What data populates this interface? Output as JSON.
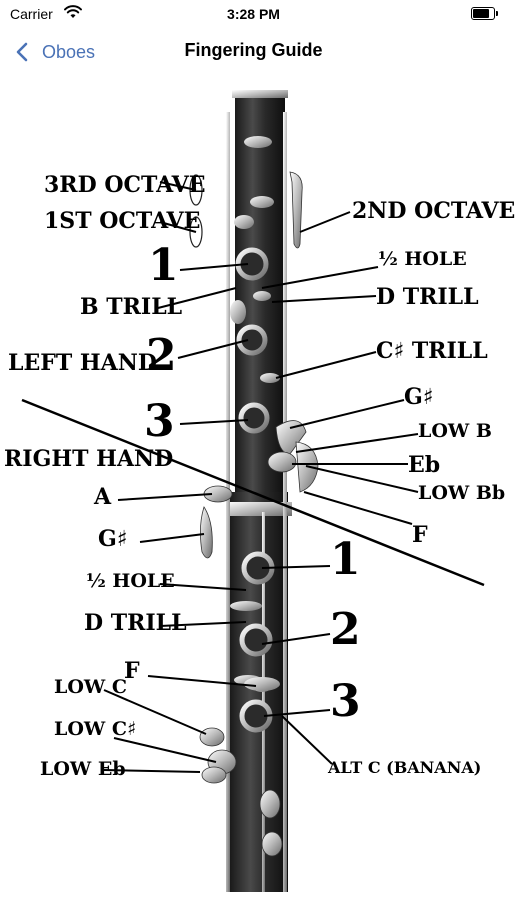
{
  "status_bar": {
    "carrier": "Carrier",
    "time": "3:28 PM",
    "battery_level": 0.9
  },
  "nav": {
    "back_label": "Oboes",
    "title": "Fingering Guide"
  },
  "diagram": {
    "left_labels": {
      "third_octave": "3RD OCTAVE",
      "first_octave": "1ST OCTAVE",
      "one": "1",
      "b_trill": "B TRILL",
      "left_hand": "LEFT HAND",
      "two": "2",
      "three": "3",
      "right_hand": "RIGHT HAND",
      "a": "A",
      "g_sharp": "G♯",
      "half_hole": "½ HOLE",
      "d_trill": "D TRILL",
      "f": "F",
      "low_c": "LOW C",
      "low_c_sharp": "LOW C♯",
      "low_eb": "LOW Eb"
    },
    "right_labels": {
      "second_octave": "2ND OCTAVE",
      "half_hole": "½ HOLE",
      "d_trill": "D TRILL",
      "c_sharp_trill": "C♯ TRILL",
      "g_sharp": "G♯",
      "low_b": "LOW B",
      "eb": "Eb",
      "low_bb": "LOW Bb",
      "f": "F",
      "one": "1",
      "two": "2",
      "three": "3",
      "alt_c": "ALT C (BANANA)"
    }
  }
}
